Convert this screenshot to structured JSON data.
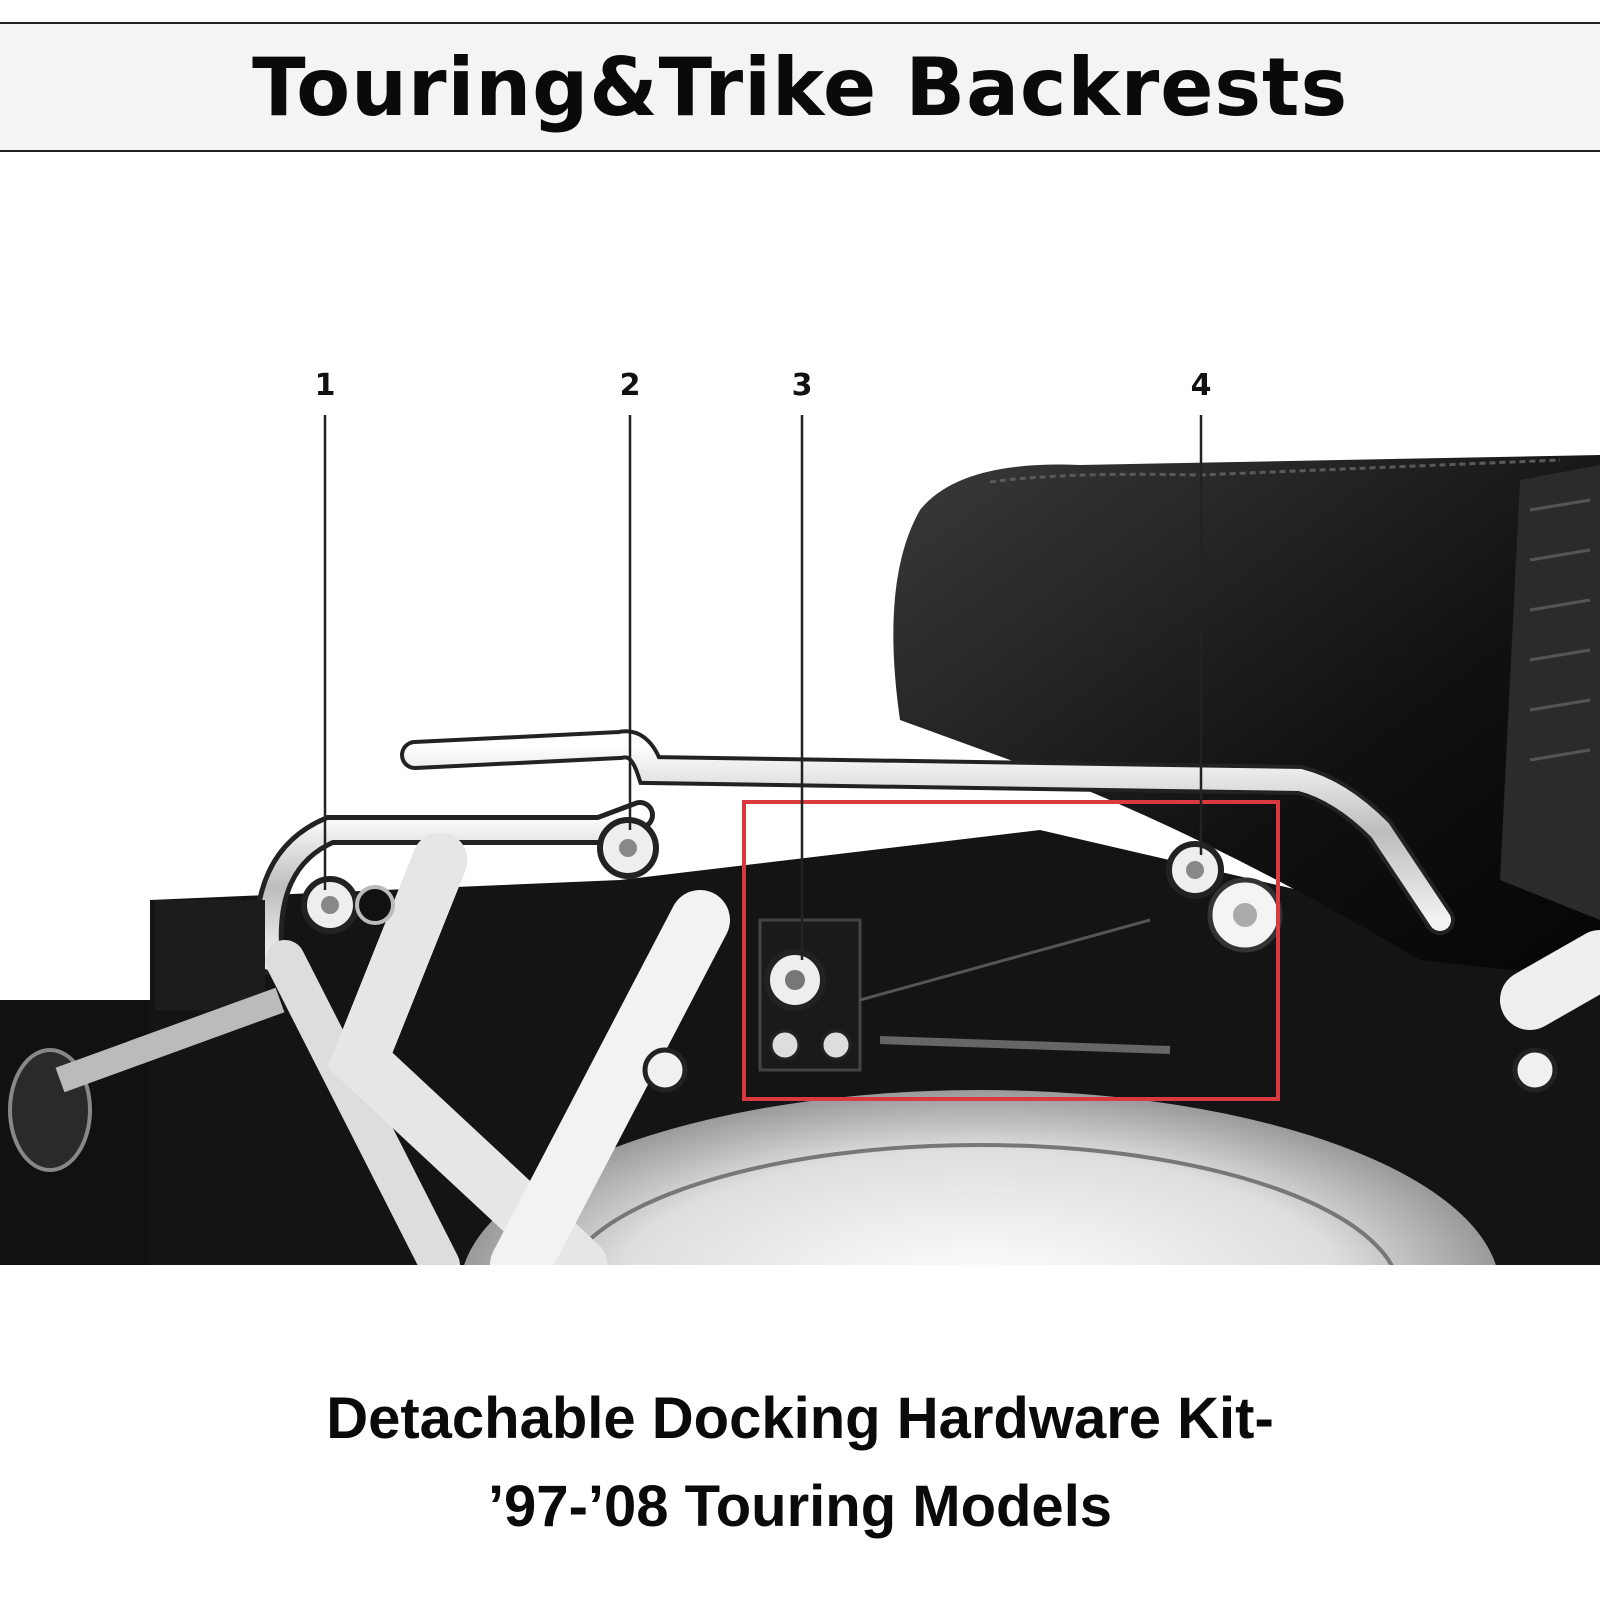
{
  "header": {
    "title": "Touring&Trike Backrests"
  },
  "diagram": {
    "callouts": [
      "1",
      "2",
      "3",
      "4"
    ],
    "highlight_color": "#d9393f"
  },
  "caption": {
    "line1": "Detachable Docking Hardware Kit-",
    "line2": "’97-’08 Touring Models"
  }
}
